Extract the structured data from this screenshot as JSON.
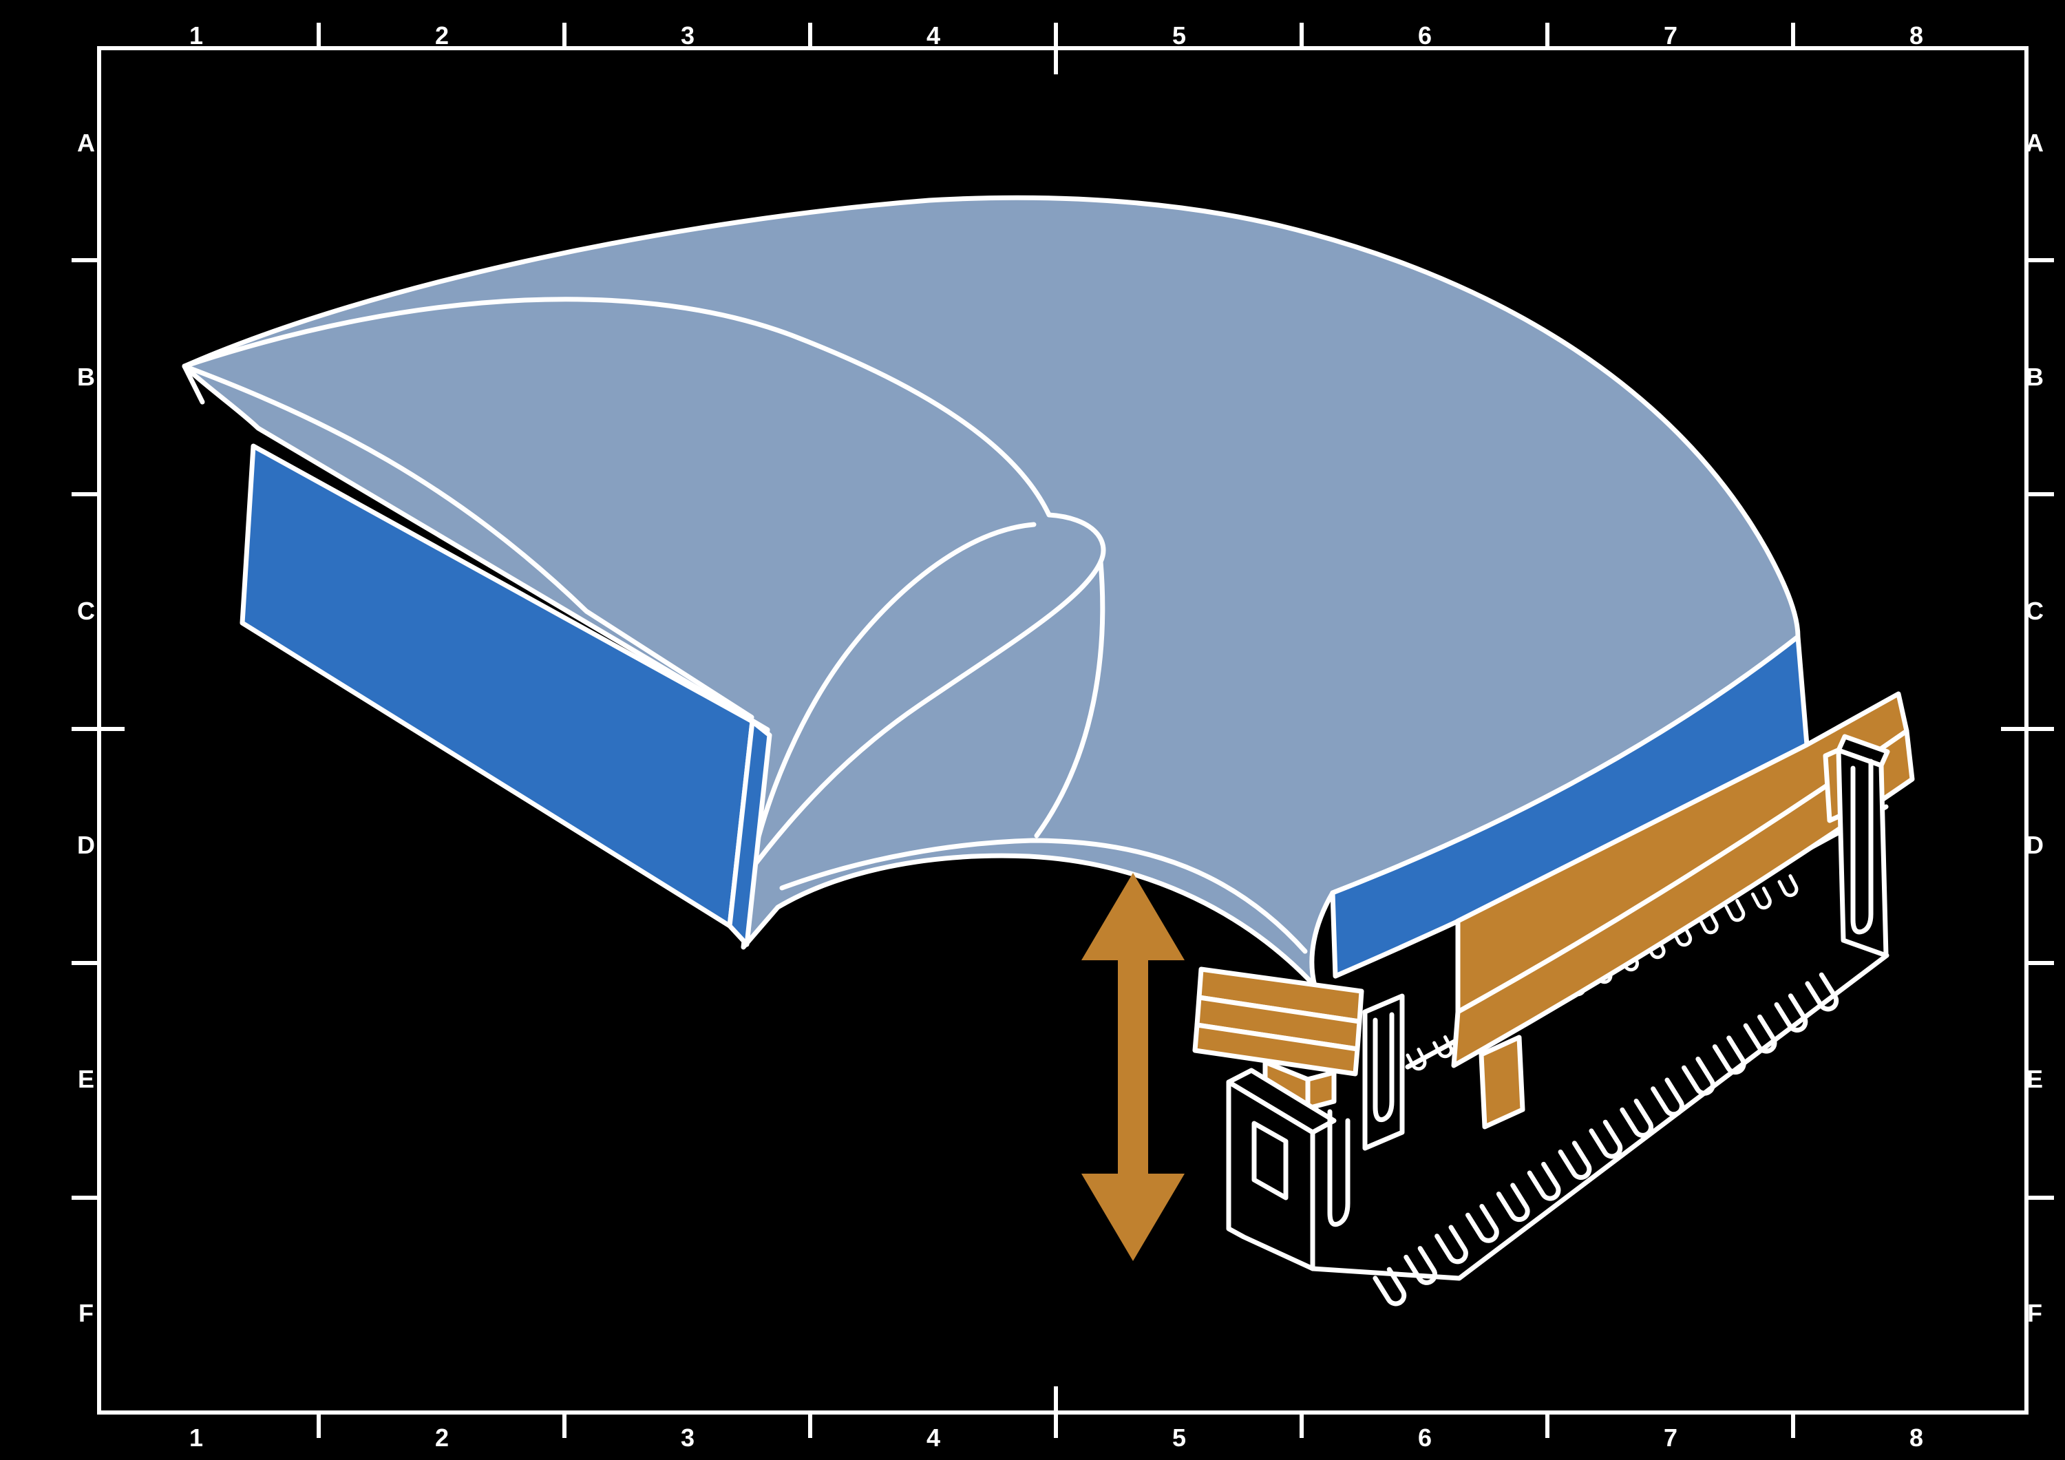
{
  "drawing_frame": {
    "grid": {
      "columns": [
        "1",
        "2",
        "3",
        "4",
        "5",
        "6",
        "7",
        "8"
      ],
      "rows": [
        "A",
        "B",
        "C",
        "D",
        "E",
        "F"
      ]
    }
  },
  "colors": {
    "background": "#000000",
    "outline": "#ffffff",
    "cable": "#87A0C0",
    "stiffener": "#2E70C0",
    "actuator": "#C0812F",
    "connector": "#000000"
  },
  "illustration": {
    "subject": "flat-flex-cable-inserted-into-zif-connector",
    "cable": "folded-ribbon-cable",
    "left_end": "stiffener-plate",
    "right_end": "stiffener-plate-over-connector",
    "actuator": "slider-bar-with-locking-pegs",
    "connector": {
      "top_contact_count": 15,
      "smt_lead_count": 15,
      "left_bracket": "post-with-hole-and-u-slot",
      "right_bracket": "post-with-u-slot"
    },
    "arrow": {
      "glyph": "double-headed-vertical-arrow",
      "meaning": "insertion-direction"
    }
  }
}
